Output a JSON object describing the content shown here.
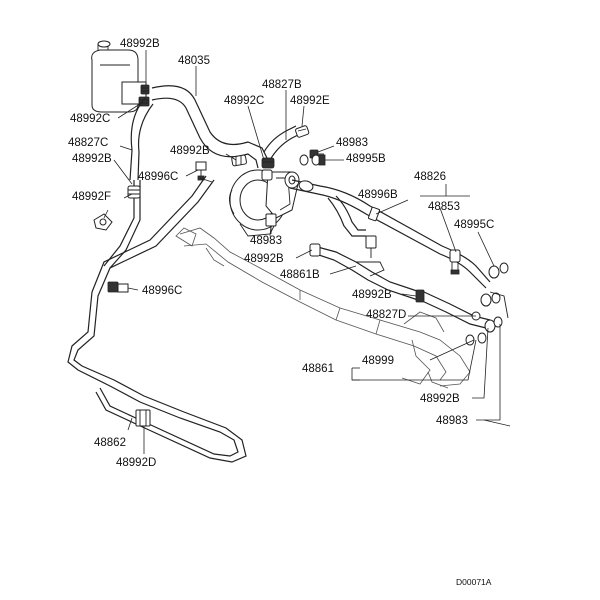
{
  "labels": [
    {
      "id": "48992B_reservoir",
      "text": "48992B"
    },
    {
      "id": "48035",
      "text": "48035"
    },
    {
      "id": "48827B",
      "text": "48827B"
    },
    {
      "id": "48992C_top",
      "text": "48992C"
    },
    {
      "id": "48992E",
      "text": "48992E"
    },
    {
      "id": "48992C_left",
      "text": "48992C"
    },
    {
      "id": "48827C",
      "text": "48827C"
    },
    {
      "id": "48992B_left",
      "text": "48992B"
    },
    {
      "id": "48992B_pump",
      "text": "48992B"
    },
    {
      "id": "48983_top",
      "text": "48983"
    },
    {
      "id": "48995B",
      "text": "48995B"
    },
    {
      "id": "48996C_top",
      "text": "48996C"
    },
    {
      "id": "48826",
      "text": "48826"
    },
    {
      "id": "48992F",
      "text": "48992F"
    },
    {
      "id": "48996B",
      "text": "48996B"
    },
    {
      "id": "48853",
      "text": "48853"
    },
    {
      "id": "48995C",
      "text": "48995C"
    },
    {
      "id": "48983_mid",
      "text": "48983"
    },
    {
      "id": "48992B_mid",
      "text": "48992B"
    },
    {
      "id": "48861B",
      "text": "48861B"
    },
    {
      "id": "48996C_low",
      "text": "48996C"
    },
    {
      "id": "48992B_right",
      "text": "48992B"
    },
    {
      "id": "48827D",
      "text": "48827D"
    },
    {
      "id": "48999",
      "text": "48999"
    },
    {
      "id": "48861",
      "text": "48861"
    },
    {
      "id": "48992B_bottom",
      "text": "48992B"
    },
    {
      "id": "48983_bottom",
      "text": "48983"
    },
    {
      "id": "48862",
      "text": "48862"
    },
    {
      "id": "48992D",
      "text": "48992D"
    }
  ],
  "diagram_code": "D00071A"
}
